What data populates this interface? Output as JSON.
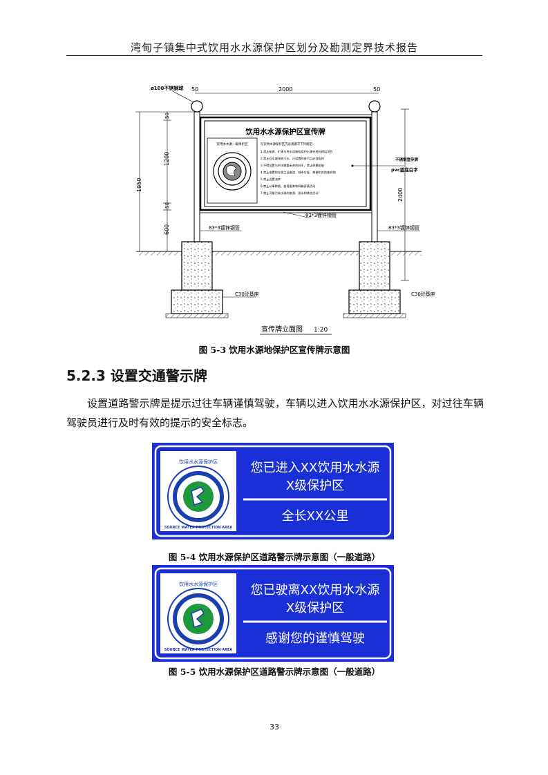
{
  "header": {
    "title": "湾甸子镇集中式饮用水水源保护区划分及勘测定界技术报告"
  },
  "figure_5_3": {
    "caption": "图 5-3 饮用水源地保护区宣传牌示意图",
    "board_title": "饮用水水源保护区宣传牌",
    "drawing_title": "宣传牌立面图",
    "scale": "1:20",
    "dims": {
      "top_total": "2000",
      "post_cap": "50",
      "pole_diam": "ø100不锈钢球",
      "h_total": "1950",
      "h_50a": "50",
      "h_1200": "1200",
      "h_50b": "50",
      "h_600": "600",
      "h_2400": "2400"
    },
    "labels": {
      "steel_tube_left": "83*3镀锌钢管",
      "steel_tube_mid": "83*3镀锌钢管",
      "steel_tube_right": "83*3镀锌钢管",
      "foundation_left": "C30砼基座",
      "foundation_right": "C30砼基座",
      "steel_plate": "不锈钢宣传牌",
      "pvc": "pvc蓝底白字"
    },
    "rules_heading": "在饮用水源保护区内必须遵守下列规定：",
    "rules": [
      "1.禁止新建、扩建与供水设施和保护水源无关的建设项目",
      "2.禁止向水域排放污水，已设置的排污口必须拆除",
      "3.不得设置与供水需要无关的码头，禁止停靠船舶",
      "4.禁止堆置和存放工业废渣、城市垃圾、粪便和其他废弃物",
      "5.禁止设置油库",
      "6.禁止从事种植、放养畜禽和网箱养殖活动",
      "7.禁止可能污染水源的旅游、游泳和其他活动"
    ],
    "logo_caption": "饮用水水源一级保护区"
  },
  "section": {
    "number": "5.2.3",
    "title": "设置交通警示牌"
  },
  "paragraph": "设置道路警示牌是提示过往车辆谨慎驾驶，车辆以进入饮用水水源保护区，对过往车辆驾驶员进行及时有效的提示的安全标志。",
  "sign_enter": {
    "line1": "您已进入XX饮用水水源",
    "line2": "X级保护区",
    "line3": "全长XX公里",
    "caption": "图 5-4 饮用水源保护区道路警示牌示意图（一般道路）"
  },
  "sign_leave": {
    "line1": "您已驶离XX饮用水水源",
    "line2": "X级保护区",
    "line3": "感谢您的谨慎驾驶",
    "caption": "图 5-5 饮用水源保护区道路警示牌示意图（一般道路）"
  },
  "logo": {
    "top_text": "饮用水水源保护区",
    "bottom_text": "SOURCE WATER PROTECTION AREA"
  },
  "colors": {
    "sign_blue": "#1b2fd6",
    "logo_green": "#1e9a3c",
    "logo_blue": "#1a3fae"
  },
  "page_number": "33"
}
